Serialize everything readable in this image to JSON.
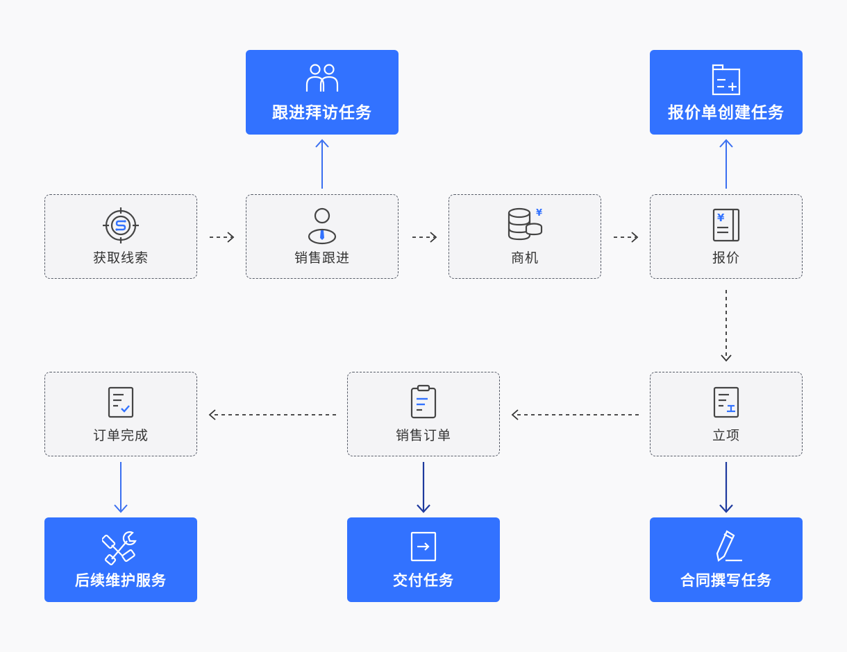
{
  "flow": {
    "row1": [
      {
        "key": "get_leads",
        "label": "获取线索",
        "icon": "target-dollar-icon"
      },
      {
        "key": "sales_followup",
        "label": "销售跟进",
        "icon": "salesperson-icon"
      },
      {
        "key": "opportunity",
        "label": "商机",
        "icon": "coins-yen-icon"
      },
      {
        "key": "quotation",
        "label": "报价",
        "icon": "quote-book-icon"
      }
    ],
    "row2": [
      {
        "key": "order_complete",
        "label": "订单完成",
        "icon": "checked-doc-icon"
      },
      {
        "key": "sales_order",
        "label": "销售订单",
        "icon": "clipboard-icon"
      },
      {
        "key": "project_setup",
        "label": "立项",
        "icon": "project-doc-icon"
      }
    ]
  },
  "tasks": {
    "visit_task": {
      "label": "跟进拜访任务",
      "icon": "people-icon"
    },
    "quote_create_task": {
      "label": "报价单创建任务",
      "icon": "add-folder-icon"
    },
    "maintenance_task": {
      "label": "后续维护服务",
      "icon": "wrench-icon"
    },
    "delivery_task": {
      "label": "交付任务",
      "icon": "export-icon"
    },
    "contract_task": {
      "label": "合同撰写任务",
      "icon": "pen-icon"
    }
  },
  "colors": {
    "accent_blue": "#3272ff",
    "arrow_blue": "#3a6ff0",
    "arrow_navy": "#1e3a9e",
    "dashed_border": "#555a66",
    "background": "#f9f9fa"
  }
}
